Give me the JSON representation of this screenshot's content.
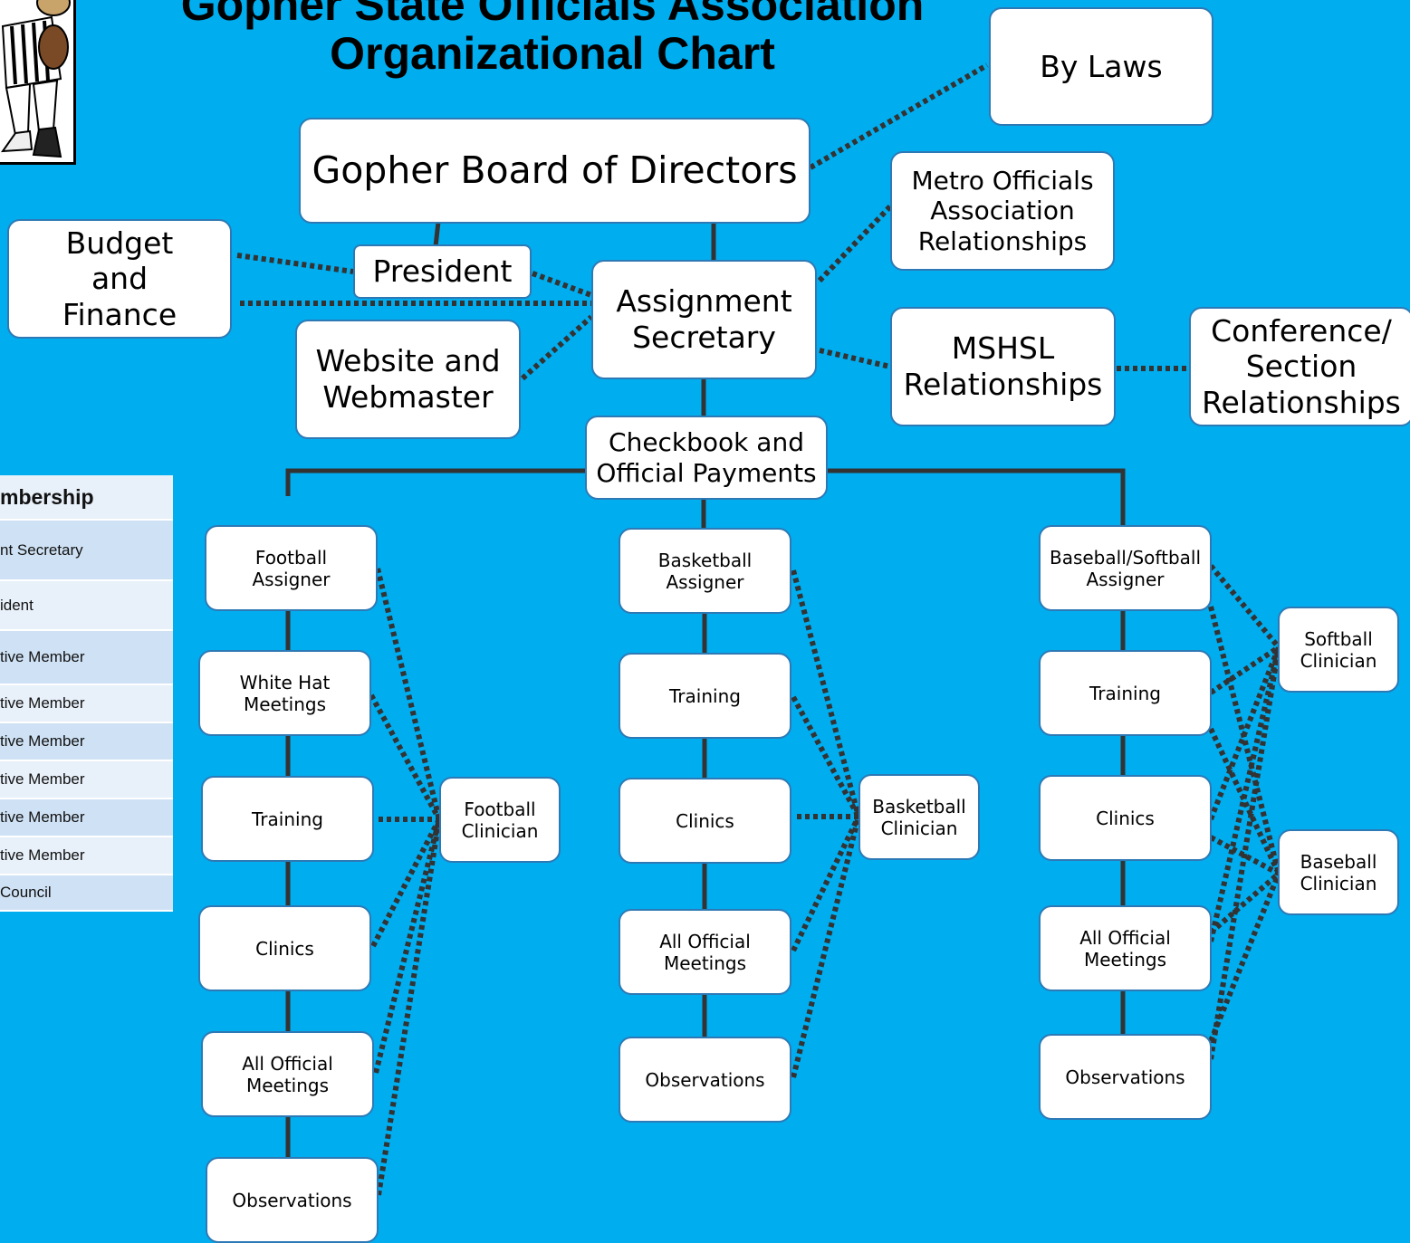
{
  "title": {
    "line1": "Gopher State Officials Association",
    "line2": "Organizational Chart"
  },
  "boxes": {
    "board": "Gopher Board of Directors",
    "bylaws": "By Laws",
    "metro": "Metro Officials Association Relationships",
    "budget": "Budget and Finance",
    "president": "President",
    "assignment": "Assignment Secretary",
    "website": "Website and Webmaster",
    "mshsl": "MSHSL Relationships",
    "conference": "Conference/ Section Relationships",
    "checkbook": "Checkbook and Official Payments"
  },
  "columns": {
    "football": {
      "assigner": "Football Assigner",
      "items": [
        "White Hat Meetings",
        "Training",
        "Clinics",
        "All Official Meetings",
        "Observations"
      ],
      "clinician": "Football Clinician"
    },
    "basketball": {
      "assigner": "Basketball Assigner",
      "items": [
        "Training",
        "Clinics",
        "All Official Meetings",
        "Observations"
      ],
      "clinician": "Basketball Clinician"
    },
    "baseball": {
      "assigner": "Baseball/Softball Assigner",
      "items": [
        "Training",
        "Clinics",
        "All Official Meetings",
        "Observations"
      ],
      "softball_clinician": "Softball Clinician",
      "baseball_clinician": "Baseball Clinician"
    }
  },
  "legend": {
    "header": "mbership",
    "rows": [
      "nt Secretary",
      "ident",
      "tive Member",
      "tive Member",
      "tive Member",
      "tive Member",
      "tive Member",
      "tive Member",
      "Council"
    ]
  },
  "colors": {
    "background": "#00ADEF",
    "box_border": "#2D79B5",
    "connector": "#333333"
  }
}
